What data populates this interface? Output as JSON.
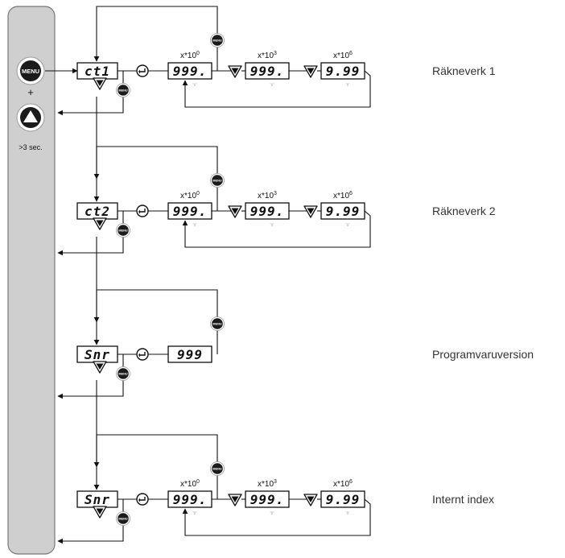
{
  "sidebar": {
    "menu_label": "MENU",
    "plus": "+",
    "hold_text": ">3 sec."
  },
  "blocks": [
    {
      "code": "ct1",
      "caption": "Räkneverk 1",
      "displays": [
        {
          "exp": "x*10^0",
          "value": "999."
        },
        {
          "exp": "x*10^3",
          "value": "999."
        },
        {
          "exp": "x*10^6",
          "value": "9.99"
        }
      ]
    },
    {
      "code": "ct2",
      "caption": "Räkneverk 2",
      "displays": [
        {
          "exp": "x*10^0",
          "value": "999."
        },
        {
          "exp": "x*10^3",
          "value": "999."
        },
        {
          "exp": "x*10^6",
          "value": "9.99"
        }
      ]
    },
    {
      "code": "Snr",
      "caption": "Programvaruversion",
      "displays": [
        {
          "exp": "",
          "value": "999"
        }
      ]
    },
    {
      "code": "Snr",
      "caption": "Internt index",
      "displays": [
        {
          "exp": "x*10^0",
          "value": "999."
        },
        {
          "exp": "x*10^3",
          "value": "999."
        },
        {
          "exp": "x*10^6",
          "value": "9.99"
        }
      ]
    }
  ],
  "small_button_label": "MENU"
}
